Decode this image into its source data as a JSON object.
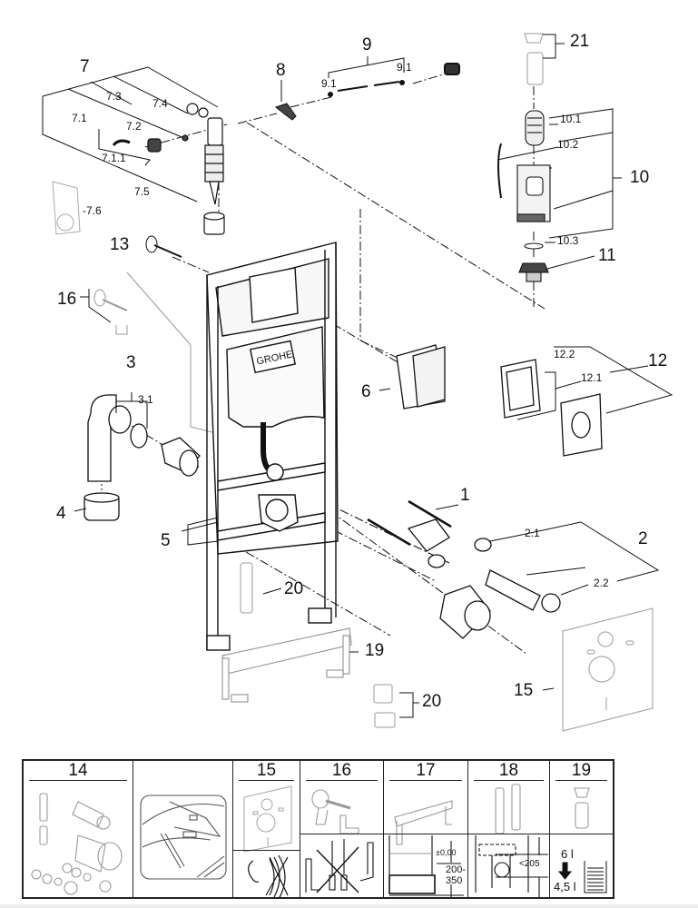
{
  "diagram": {
    "brand_logo": "GROHE",
    "callouts": {
      "p1": "1",
      "p2": "2",
      "p2_1": "2.1",
      "p2_2": "2.2",
      "p3": "3",
      "p3_1": "3.1",
      "p4": "4",
      "p5": "5",
      "p6": "6",
      "p7": "7",
      "p7_1": "7.1",
      "p7_1_1": "7.1.1",
      "p7_2": "7.2",
      "p7_3": "7.3",
      "p7_4": "7.4",
      "p7_5": "7.5",
      "p7_6": "-7.6",
      "p8": "8",
      "p9": "9",
      "p9_1a": "9.1",
      "p9_1b": "9.1",
      "p10": "10",
      "p10_1": "10.1",
      "p10_2": "10.2",
      "p10_3": "10.3",
      "p11": "11",
      "p12": "12",
      "p12_1": "12.1",
      "p12_2": "12.2",
      "p13": "13",
      "p15": "15",
      "p16": "16",
      "p19": "19",
      "p20a": "20",
      "p20b": "20",
      "p21": "21"
    }
  },
  "legend": {
    "cells": [
      {
        "title": "14",
        "content": "accessory-kit"
      },
      {
        "title": "",
        "content": "wall-hung-toilet"
      },
      {
        "title": "15",
        "content": "sound-insulation-pad",
        "bottom": "no-noise"
      },
      {
        "title": "16",
        "content": "wall-bracket",
        "bottom": "no-wall-anchors"
      },
      {
        "title": "17",
        "content": "floor-support",
        "bottom_notes": [
          "±0,00",
          "200-",
          "350"
        ]
      },
      {
        "title": "18",
        "content": "frame-feet",
        "bottom_notes": [
          "<205"
        ]
      },
      {
        "title": "19",
        "content": "dual-flush-valve",
        "bottom_notes": [
          "6 l",
          "4,5 l"
        ]
      }
    ]
  }
}
